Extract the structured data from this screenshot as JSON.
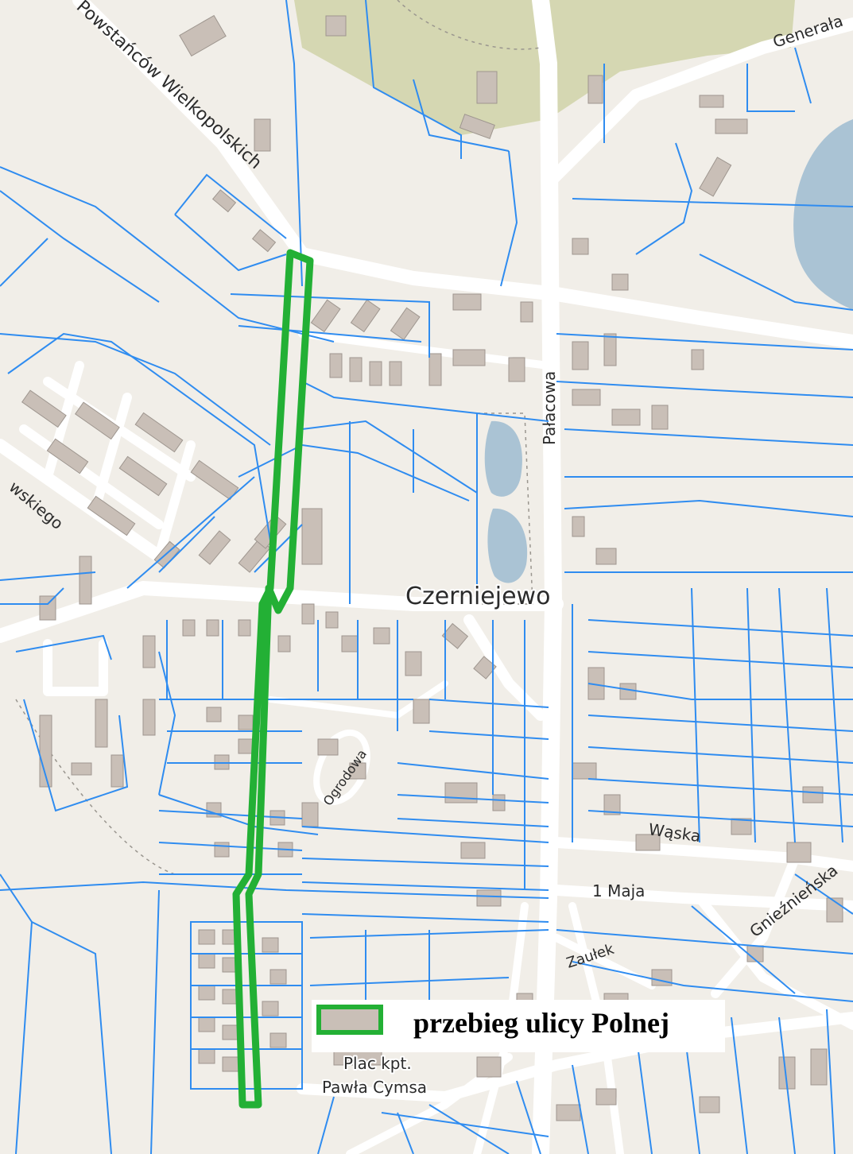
{
  "map": {
    "place_label": "Czerniejewo",
    "square_label_line1": "Plac kpt.",
    "square_label_line2": "Pawła Cymsa",
    "streets": {
      "top_left": "Powstańców Wielkopolskich",
      "top_right": "Generała",
      "vertical_main": "Pałacowa",
      "left_mid": "wskiego",
      "small_loop": "Ogrodowa",
      "east1": "Wąska",
      "east2": "Gnieźnieńska",
      "may": "1 Maja",
      "zaulek": "Zaułek"
    },
    "colors": {
      "background": "#f1eee8",
      "park": "#d5d7b2",
      "water": "#aac3d4",
      "roads": "#ffffff",
      "parcel_lines": "#2f8cf0",
      "buildings": "#c9bfb7",
      "route": "#23b035"
    }
  },
  "legend": {
    "label": "przebieg ulicy Polnej",
    "color": "#23b035"
  }
}
